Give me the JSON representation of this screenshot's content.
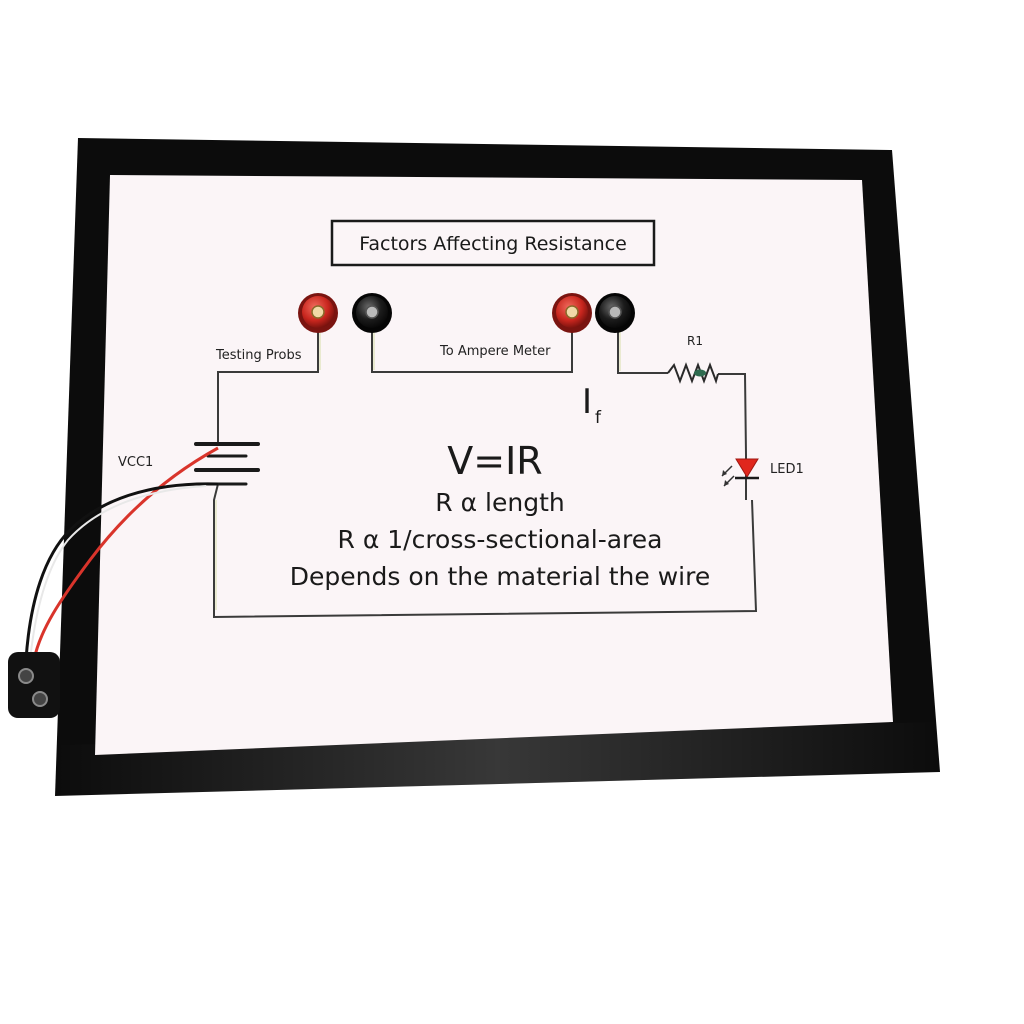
{
  "board": {
    "title": "Factors Affecting Resistance",
    "labels": {
      "testing_probes": "Testing Probs",
      "ampere_meter": "To Ampere Meter",
      "resistor": "R1",
      "battery": "VCC1",
      "led": "LED1",
      "current_symbol": "I",
      "current_subscript": "f"
    },
    "formulas": {
      "ohms_law": "V=IR",
      "length": "R α length",
      "area": "R α 1/cross-sectional-area",
      "material": "Depends on the material the wire"
    }
  },
  "colors": {
    "background": "#ffffff",
    "frame": "#0c0c0c",
    "paper": "#fbf5f7",
    "trace": "#3a3a3a",
    "terminal_red": "#c8261e",
    "terminal_black": "#1a1a1a",
    "led_red": "#e0271d",
    "wire_red": "#d9342b",
    "wire_black": "#111111"
  }
}
